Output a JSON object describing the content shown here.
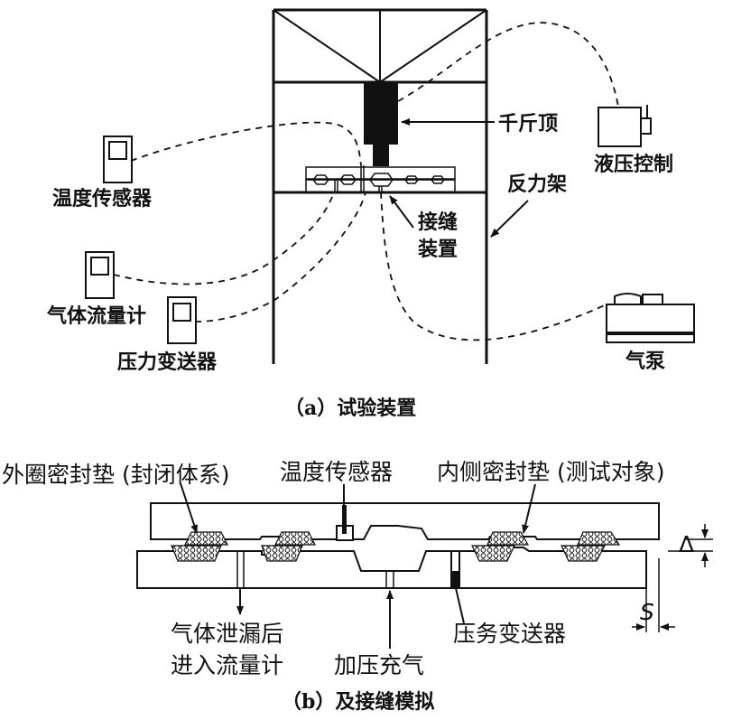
{
  "panel_a": {
    "caption": "（a）试验装置",
    "labels": {
      "jack": "千斤顶",
      "hydraulic_control": "液压控制",
      "reaction_frame": "反力架",
      "joint_device_line1": "接缝",
      "joint_device_line2": "装置",
      "temperature_sensor": "温度传感器",
      "gas_flowmeter": "气体流量计",
      "pressure_transmitter": "压力变送器",
      "air_pump": "气泵"
    }
  },
  "panel_b": {
    "caption": "（b）及接缝模拟",
    "labels": {
      "outer_gasket": "外圈密封垫 (封闭体系)",
      "temperature_sensor": "温度传感器",
      "inner_gasket": "内侧密封垫 (测试对象)",
      "leak_line1": "气体泄漏后",
      "leak_line2": "进入流量计",
      "pressurize": "加压充气",
      "pressure_transmitter": "压务变送器",
      "dim_s": "S",
      "dim_delta": "Δ"
    }
  },
  "colors": {
    "ink": "#111111",
    "background": "#ffffff"
  }
}
